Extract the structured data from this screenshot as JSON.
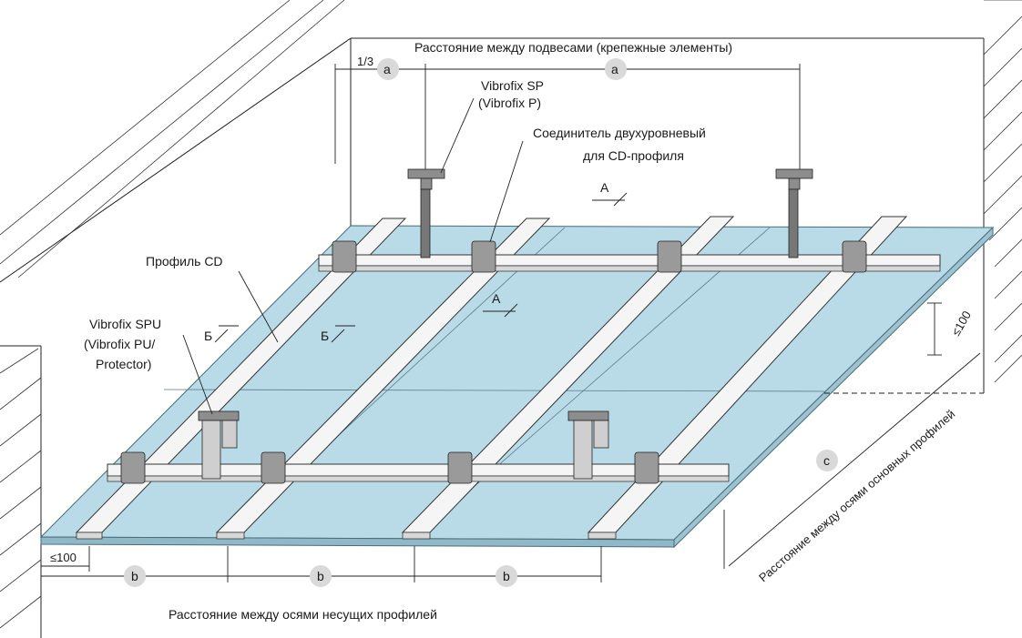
{
  "labels": {
    "hanger_spacing": "Расстояние между подвесами (крепежные элементы)",
    "one_third": "1/3",
    "a1": "a",
    "a2": "a",
    "vibrofix_sp": "Vibrofix SP",
    "vibrofix_p": "(Vibrofix P)",
    "connector_line1": "Соединитель двухуровневый",
    "connector_line2": "для CD-профиля",
    "arrow_a_top": "A",
    "arrow_a_mid": "A",
    "profile_cd": "Профиль CD",
    "vibrofix_spu": "Vibrofix SPU",
    "vibrofix_pu": "(Vibrofix PU/",
    "protector": "Protector)",
    "arrow_b_left": "Б",
    "arrow_b_mid": "Б",
    "le100_right": "≤100",
    "c": "c",
    "main_axis": "Расстояние между осями основных профилей",
    "le100_left": "≤100",
    "b1": "b",
    "b2": "b",
    "b3": "b",
    "bearing_axis": "Расстояние между осями несущих профилей"
  },
  "colors": {
    "panel": "#b9dbe7",
    "profile": "#f5f5f5",
    "hardware": "#8d8d8d",
    "dimension_marker": "#d9d9d9"
  }
}
